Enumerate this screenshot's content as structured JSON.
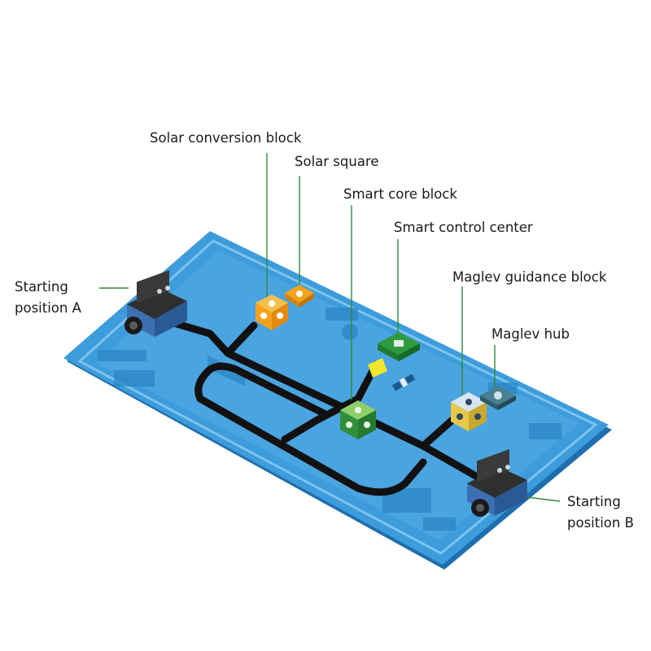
{
  "colors": {
    "mat": "#3d9cdb",
    "mat_edge": "#1f6fae",
    "track": "#111111",
    "leader": "#2e8b3a",
    "solar": "#f5a21b",
    "smart_core": "#2f8f3a",
    "control_center": "#2a8a35",
    "maglev": "#e8c84a",
    "yellow_strip": "#f0e62a"
  },
  "labels": {
    "solar_conversion_block": "Solar conversion block",
    "solar_square": "Solar square",
    "smart_core_block": "Smart core block",
    "smart_control_center": "Smart control center",
    "maglev_guidance_block": "Maglev guidance block",
    "maglev_hub": "Maglev hub",
    "starting_position_a": [
      "Starting",
      "position A"
    ],
    "starting_position_b": [
      "Starting",
      "position B"
    ]
  },
  "icons": {
    "robot_a": "robot-car-icon",
    "robot_b": "robot-car-icon",
    "satellite": "satellite-icon"
  }
}
